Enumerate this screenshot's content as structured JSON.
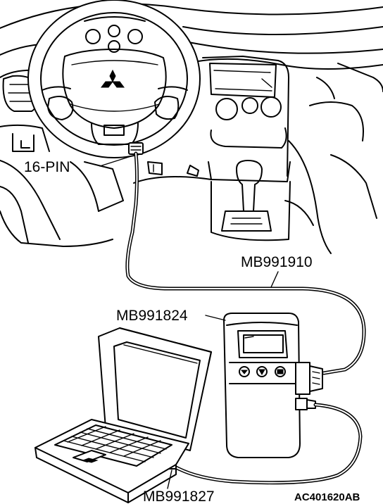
{
  "labels": {
    "connector": "16-PIN",
    "main_cable": "MB991910",
    "interface_unit": "MB991824",
    "usb_cable": "MB991827"
  },
  "figure_code": "AC401620AB",
  "icons": {
    "vehicle": "car-dashboard-illustration",
    "steering_wheel": "steering-wheel-icon",
    "emblem": "three-diamond-emblem-icon",
    "scan_tool": "vci-unit-icon",
    "computer": "laptop-icon"
  }
}
